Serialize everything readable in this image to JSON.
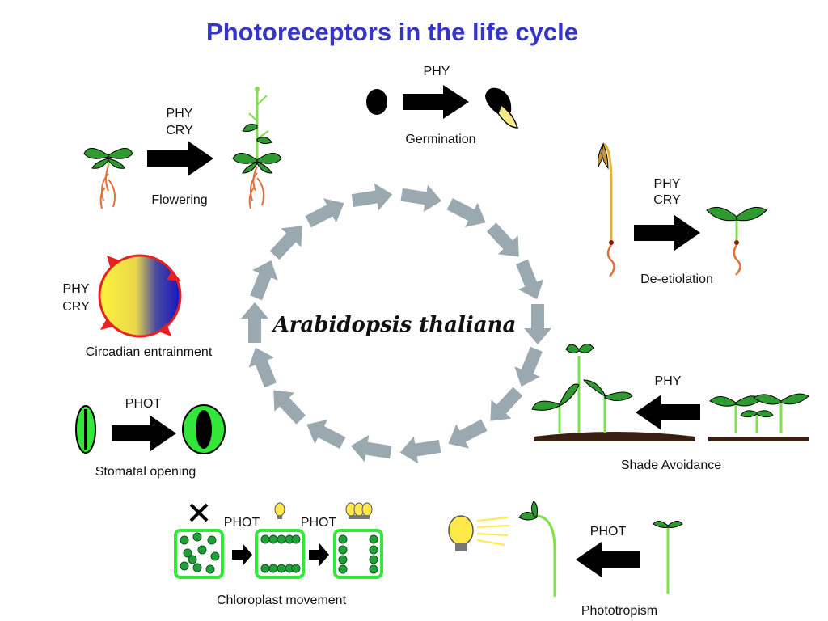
{
  "title": "Photoreceptors in the life cycle",
  "center_label": "Arabidopsis thaliana",
  "colors": {
    "title": "#3535c8",
    "cycle_arrows": "#9aa9b0",
    "leaf": "#2f9a2f",
    "stem": "#7ee04f",
    "root": "#e0713a",
    "etiolated_stem": "#e0b23a",
    "bulb": "#ffe84a",
    "soil": "#3a1f12",
    "arrow": "#000000"
  },
  "stages": {
    "germination": {
      "label": "Germination",
      "receptors": [
        "PHY"
      ]
    },
    "deetiolation": {
      "label": "De-etiolation",
      "receptors": [
        "PHY",
        "CRY"
      ]
    },
    "shade": {
      "label": "Shade Avoidance",
      "receptors": [
        "PHY"
      ]
    },
    "phototropism": {
      "label": "Phototropism",
      "receptors": [
        "PHOT"
      ]
    },
    "chloroplast": {
      "label": "Chloroplast movement",
      "receptors": [
        "PHOT",
        "PHOT"
      ]
    },
    "stomatal": {
      "label": "Stomatal opening",
      "receptors": [
        "PHOT"
      ]
    },
    "circadian": {
      "label": "Circadian entrainment",
      "receptors": [
        "PHY",
        "CRY"
      ]
    },
    "flowering": {
      "label": "Flowering",
      "receptors": [
        "PHY",
        "CRY"
      ]
    }
  }
}
